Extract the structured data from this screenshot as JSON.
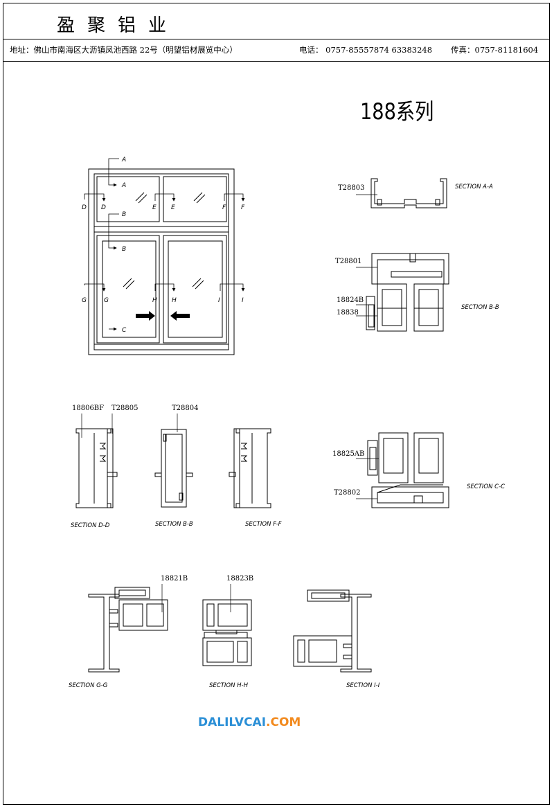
{
  "header": {
    "company": "盈聚铝业",
    "address": "地址：佛山市南海区大沥镇凤池西路 22号（明望铝材展览中心）",
    "phone": "电话：  0757-85557874   63383248",
    "fax": "传真：0757-81181604"
  },
  "title": "188系列",
  "elevation": {
    "cut_labels": {
      "A1": "A",
      "A2": "A",
      "B1": "B",
      "B2": "B",
      "C": "C",
      "D1": "D",
      "D2": "D",
      "E1": "E",
      "E2": "E",
      "F1": "F",
      "F2": "F",
      "G1": "G",
      "G2": "G",
      "H1": "H",
      "H2": "H",
      "I1": "I",
      "I2": "I"
    }
  },
  "sections": {
    "aa": {
      "name": "SECTION A-A",
      "part": "T28803"
    },
    "bb_right": {
      "name": "SECTION B-B",
      "parts": [
        "T28801",
        "18824B",
        "18838"
      ]
    },
    "cc": {
      "name": "SECTION C-C",
      "parts": [
        "18825AB",
        "T28802"
      ]
    },
    "dd": {
      "name": "SECTION D-D",
      "parts": [
        "18806BF",
        "T28805"
      ]
    },
    "bb_left": {
      "name": "SECTION B-B",
      "part": "T28804"
    },
    "ff": {
      "name": "SECTION F-F"
    },
    "gg": {
      "name": "SECTION G-G",
      "part": "18821B"
    },
    "hh": {
      "name": "SECTION H-H",
      "part": "18823B"
    },
    "ii": {
      "name": "SECTION I-I"
    }
  },
  "website": {
    "domain": "DALILVCAI",
    "tld": ".COM"
  }
}
